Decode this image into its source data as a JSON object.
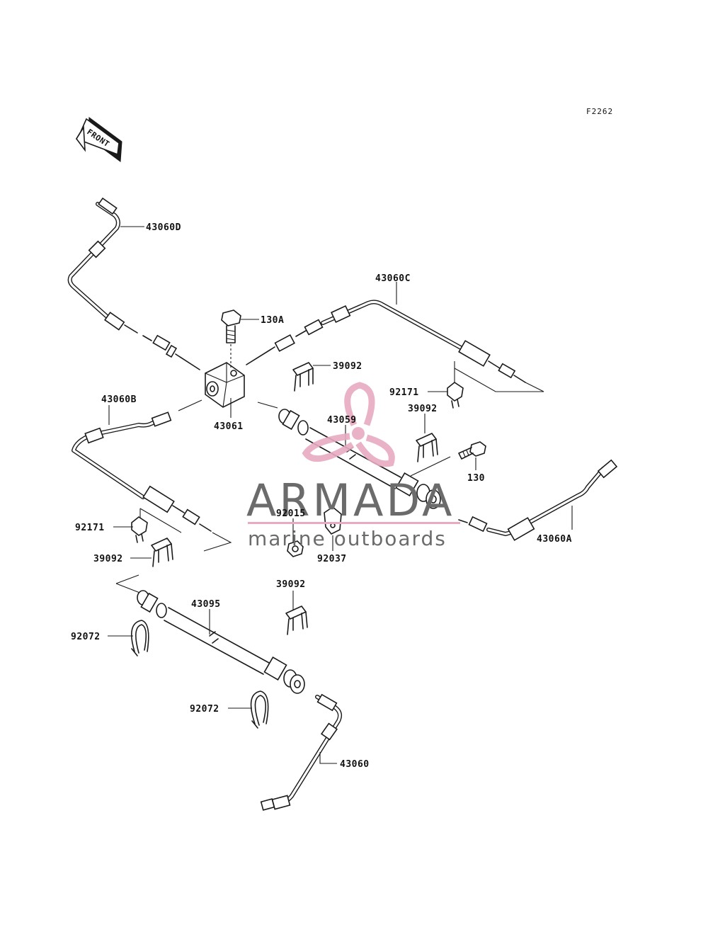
{
  "figure_code": "F2262",
  "front_arrow": {
    "label": "FRONT",
    "icon": "front-direction-arrow-icon"
  },
  "watermark": {
    "brand": "ARMADA",
    "tagline": "marine outboards",
    "logo_icon": "propeller-logo-icon",
    "logo_color": "#e8aac0",
    "text_color": "#6b6b6b"
  },
  "parts": [
    {
      "id": "p43060D",
      "number": "43060D",
      "name": "steering-cable-43060d"
    },
    {
      "id": "p43060C",
      "number": "43060C",
      "name": "steering-cable-43060c"
    },
    {
      "id": "p43060B",
      "number": "43060B",
      "name": "steering-cable-43060b"
    },
    {
      "id": "p43060A",
      "number": "43060A",
      "name": "steering-cable-43060a"
    },
    {
      "id": "p43060",
      "number": "43060",
      "name": "steering-cable-43060"
    },
    {
      "id": "p130A",
      "number": "130A",
      "name": "bolt-130a"
    },
    {
      "id": "p130",
      "number": "130",
      "name": "bolt-130"
    },
    {
      "id": "p43061",
      "number": "43061",
      "name": "cable-joint-43061"
    },
    {
      "id": "p43059",
      "number": "43059",
      "name": "cable-joint-43059"
    },
    {
      "id": "p43095",
      "number": "43095",
      "name": "cable-joint-43095"
    },
    {
      "id": "p39092a",
      "number": "39092",
      "name": "clip-39092-upper"
    },
    {
      "id": "p39092b",
      "number": "39092",
      "name": "clip-39092-right"
    },
    {
      "id": "p39092c",
      "number": "39092",
      "name": "clip-39092-left"
    },
    {
      "id": "p39092d",
      "number": "39092",
      "name": "clip-39092-lower"
    },
    {
      "id": "p92171a",
      "number": "92171",
      "name": "clamp-92171-right"
    },
    {
      "id": "p92171b",
      "number": "92171",
      "name": "clamp-92171-left"
    },
    {
      "id": "p92015",
      "number": "92015",
      "name": "nut-92015"
    },
    {
      "id": "p92037",
      "number": "92037",
      "name": "clamp-92037"
    },
    {
      "id": "p92072a",
      "number": "92072",
      "name": "band-92072-left"
    },
    {
      "id": "p92072b",
      "number": "92072",
      "name": "band-92072-lower"
    }
  ]
}
